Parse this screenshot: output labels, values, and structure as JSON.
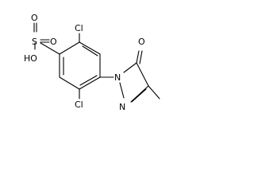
{
  "diagram": {
    "type": "chemical-structure",
    "atoms": {
      "sulfonyl_o_top": "O",
      "sulfur": "S",
      "sulfonyl_o_right": "O",
      "hydroxyl": "HO",
      "chlorine_top": "Cl",
      "chlorine_bottom": "Cl",
      "ketone_o": "O",
      "ring_n1": "N",
      "ring_n2": "N"
    }
  }
}
